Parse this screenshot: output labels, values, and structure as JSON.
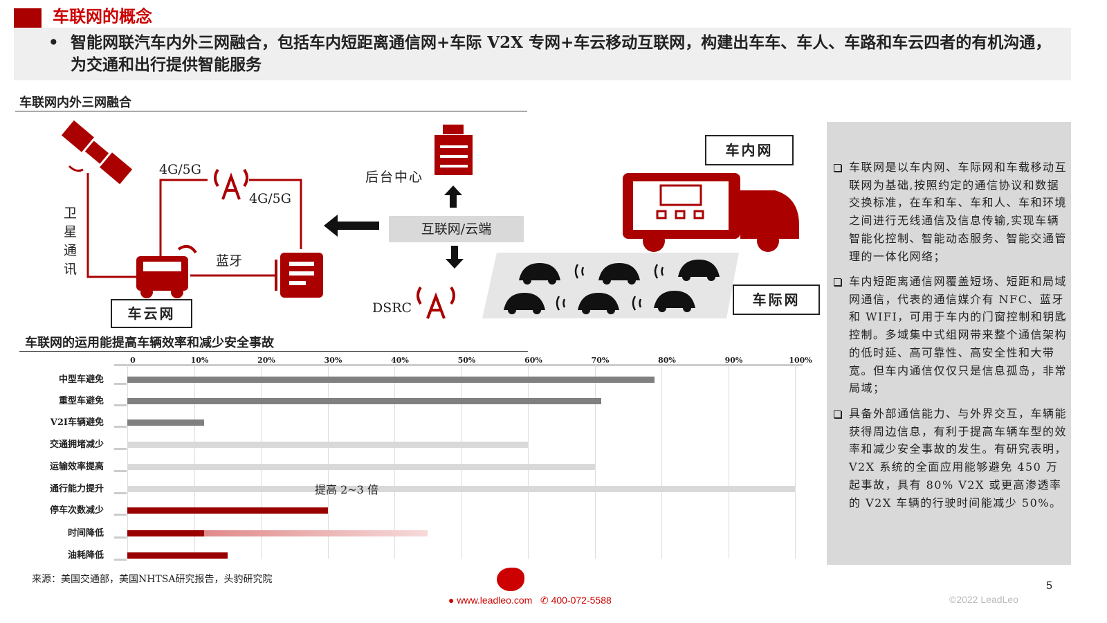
{
  "title": "车联网的概念",
  "bullet": "智能网联汽车内外三网融合，包括车内短距离通信网+车际 V2X 专网+车云移动互联网，构建出车车、车人、车路和车云四者的有机沟通，为交通和出行提供智能服务",
  "diagram": {
    "section_title": "车联网内外三网融合",
    "satellite_label": "卫星通讯",
    "net_4g_1": "4G/5G",
    "net_4g_2": "4G/5G",
    "bluetooth": "蓝牙",
    "car_cloud": "车云网",
    "backend": "后台中心",
    "internet": "互联网/云端",
    "dsrc": "DSRC",
    "in_car": "车内网",
    "v2v": "车际网"
  },
  "right_panel": {
    "paragraphs": [
      "车联网是以车内网、车际网和车载移动互联网为基础,按照约定的通信协议和数据交换标准，在车和车、车和人、车和环境之间进行无线通信及信息传输,实现车辆智能化控制、智能动态服务、智能交通管理的一体化网络；",
      "车内短距离通信网覆盖短场、短距和局域网通信，代表的通信媒介有 NFC、蓝牙和 WIFI，可用于车内的门窗控制和钥匙控制。多域集中式组网带来整个通信架构的低时延、高可靠性、高安全性和大带宽。但车内通信仅仅只是信息孤岛，非常局域；",
      "具备外部通信能力、与外界交互，车辆能获得周边信息，有利于提高车辆车型的效率和减少安全事故的发生。有研究表明，V2X 系统的全面应用能够避免 450 万起事故，具有 80% V2X 或更高渗透率的 V2X 车辆的行驶时间能减少 50%。"
    ]
  },
  "chart_data": {
    "type": "bar",
    "title": "车联网的运用能提高车辆效率和减少安全事故",
    "xlim": [
      0,
      100
    ],
    "xticks": [
      "0",
      "10%",
      "20%",
      "30%",
      "40%",
      "50%",
      "60%",
      "70%",
      "80%",
      "90%",
      "100%"
    ],
    "categories": [
      "中型车避免",
      "重型车避免",
      "V2I车辆避免",
      "交通拥堵减少",
      "运输效率提高",
      "通行能力提升",
      "停车次数减少",
      "时间降低",
      "油耗降低"
    ],
    "values": [
      79,
      71,
      11.5,
      60,
      70,
      100,
      30,
      11.5,
      15
    ],
    "range_end": [
      null,
      null,
      null,
      null,
      null,
      null,
      null,
      45,
      null
    ],
    "colors": [
      "#808080",
      "#808080",
      "#808080",
      "#d9d9d9",
      "#d9d9d9",
      "#d9d9d9",
      "#990000",
      "#990000",
      "#990000"
    ],
    "annotation": "提高 2~3 倍"
  },
  "footer": {
    "source": "来源：美国交通部，美国NHTSA研究报告，头豹研究院",
    "logo": "头豹 LeadLeo",
    "website": "www.leadleo.com",
    "phone": "400-072-5588",
    "copyright": "©2022 LeadLeo",
    "page": "5"
  }
}
